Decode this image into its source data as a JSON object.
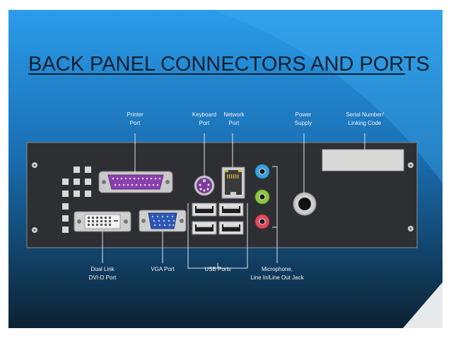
{
  "slide": {
    "title": "BACK PANEL CONNECTORS AND PORTS"
  },
  "labels": {
    "printer_line1": "Printer",
    "printer_line2": "Port",
    "keyboard_line1": "Keyboard",
    "keyboard_line2": "Port",
    "network_line1": "Network",
    "network_line2": "Port",
    "power_line1": "Power",
    "power_line2": "Supply",
    "serial_line1": "Serial Number/",
    "serial_line2": "Linking Code",
    "dvi_line1": "Dual Link",
    "dvi_line2": "DVI-D Port",
    "vga": "VGA Port",
    "usb": "USB Ports",
    "audio_line1": "Microphone,",
    "audio_line2": "Line In/Line Out Jack"
  },
  "colors": {
    "slide_blue": "#1f8fe0",
    "dark_navy": "#0e2a40",
    "panel_dark": "#2d2f33",
    "printer_port": "#8b3fae",
    "keyboard_port": "#7a3a9a",
    "vga_port": "#2f56b5",
    "audio_blue": "#3aa3dd",
    "audio_green": "#8ec63f",
    "audio_pink": "#e04b62"
  }
}
